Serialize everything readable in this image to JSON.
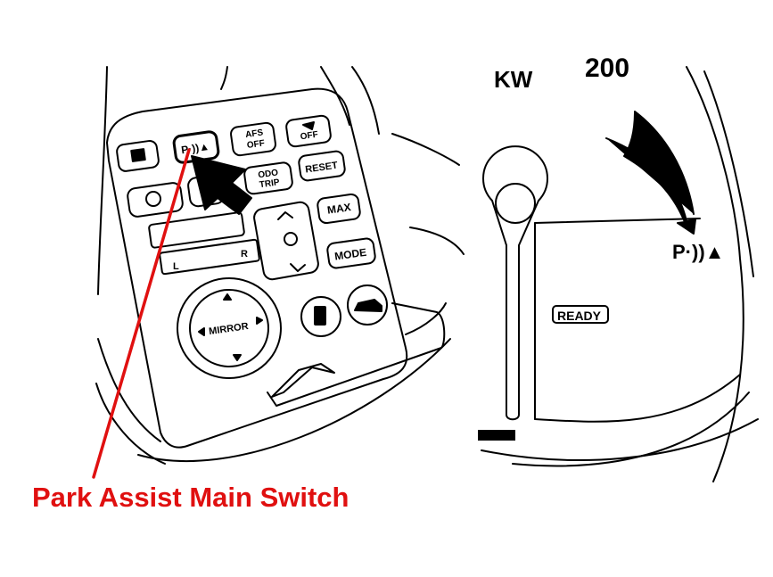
{
  "callout": {
    "label": "Park Assist Main Switch",
    "color": "#e01010"
  },
  "panel": {
    "buttons": {
      "park_assist": "P·))▲",
      "afs_off": [
        "AFS",
        "OFF"
      ],
      "icon_off": "OFF",
      "odo_trip": [
        "ODO",
        "TRIP"
      ],
      "reset": "RESET",
      "max": "MAX",
      "mode": "MODE"
    },
    "balance_left": "L",
    "balance_right": "R",
    "mirror": "MIRROR"
  },
  "cluster": {
    "unit": "KW",
    "scale_value": "200",
    "indicator": "P·))▲",
    "ready": "READY"
  }
}
